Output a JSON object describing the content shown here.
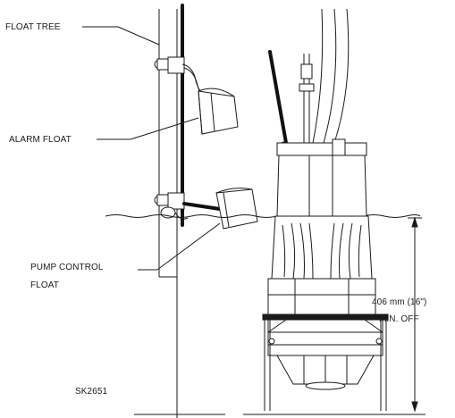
{
  "labels": {
    "float_tree": "FLOAT TREE",
    "alarm_float": "ALARM FLOAT",
    "pump_control_line1": "PUMP CONTROL",
    "pump_control_line2": "FLOAT",
    "dimension_line1": "406 mm (16\")",
    "dimension_line2": "MIN. OFF",
    "drawing_number": "SK2651"
  }
}
